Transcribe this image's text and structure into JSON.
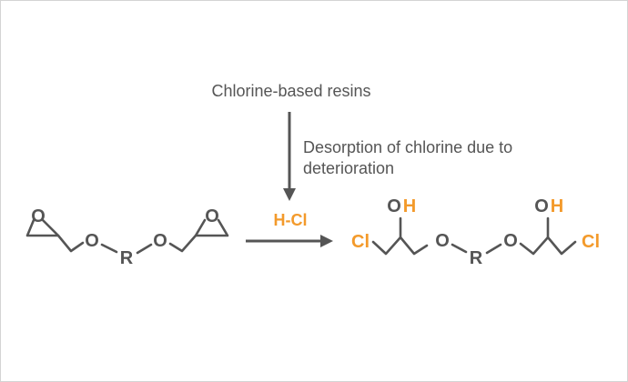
{
  "source_label": "Chlorine-based resins",
  "process_label_line1": "Desorption of chlorine due to",
  "process_label_line2": "deterioration",
  "reagent": "H-Cl",
  "reactant": {
    "epoxide_atom": "O",
    "ether_atom": "O",
    "core_group": "R"
  },
  "product": {
    "chlorine": "Cl",
    "hydroxyl_o": "O",
    "hydroxyl_h": "H",
    "ether_atom": "O",
    "core_group": "R"
  },
  "colors": {
    "text": "#555555",
    "highlight": "#f39a2b",
    "border": "#d4d4d4"
  }
}
